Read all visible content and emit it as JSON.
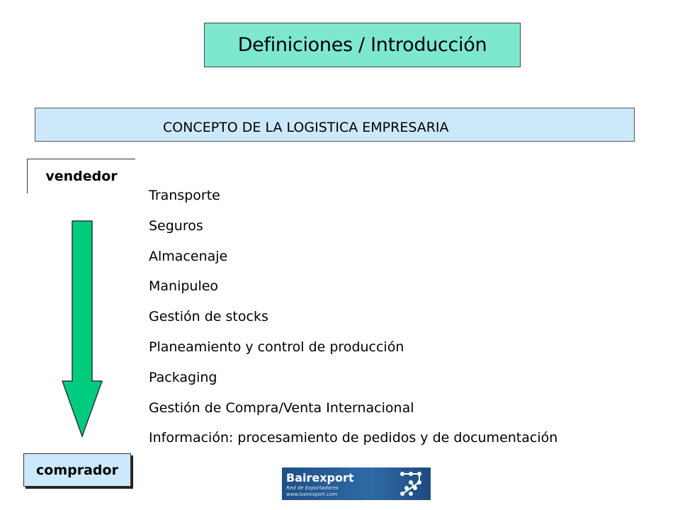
{
  "title": "Definiciones / Introducción",
  "concept": "CONCEPTO DE LA LOGISTICA EMPRESARIA",
  "seller": "vendedor",
  "buyer": "comprador",
  "items": [
    "Transporte",
    "Seguros",
    "Almacenaje",
    "Manipuleo",
    "Gestión de stocks",
    "Planeamiento y control de producción",
    "Packaging",
    "Gestión de Compra/Venta Internacional",
    "Información: procesamiento de pedidos y de documentación"
  ],
  "logo": {
    "brand": "Bairexport",
    "tagline": "Red de Exportadores",
    "url": "www.bairexport.com"
  },
  "colors": {
    "title_bg": "#7ee8cf",
    "concept_bg": "#cce9fb",
    "arrow": "#00cc80"
  }
}
